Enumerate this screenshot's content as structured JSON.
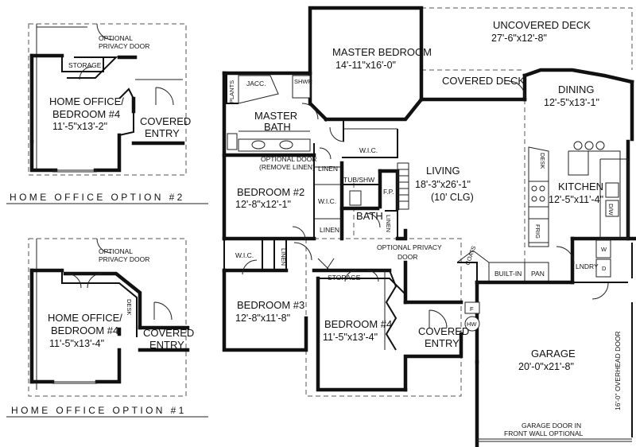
{
  "options": {
    "option2": {
      "caption": "HOME OFFICE OPTION #2",
      "privacy_door": [
        "OPTIONAL",
        "PRIVACY DOOR"
      ],
      "storage": "STORAGE",
      "room_name": [
        "HOME OFFICE/",
        "BEDROOM #4"
      ],
      "room_dim": "11'-5\"x13'-2\"",
      "entry": [
        "COVERED",
        "ENTRY"
      ]
    },
    "option1": {
      "caption": "HOME OFFICE OPTION #1",
      "privacy_door": [
        "OPTIONAL",
        "PRIVACY DOOR"
      ],
      "desk": "DESK",
      "room_name": [
        "HOME OFFICE/",
        "BEDROOM #4"
      ],
      "room_dim": "11'-5\"x13'-4\"",
      "entry": [
        "COVERED",
        "ENTRY"
      ]
    }
  },
  "plan": {
    "uncovered_deck": {
      "name": "UNCOVERED DECK",
      "dim": "27'-6\"x12'-8\""
    },
    "master_bedroom": {
      "name": "MASTER BEDROOM",
      "dim": "14'-11\"x16'-0\""
    },
    "covered_deck": "COVERED DECK",
    "dining": {
      "name": "DINING",
      "dim": "12'-5\"x13'-1\""
    },
    "jacc": "JACC.",
    "shwr": "SHWR",
    "plants": "PLANTS",
    "master_bath": [
      "MASTER",
      "BATH"
    ],
    "wic1": "W.I.C.",
    "optional_door": [
      "OPTIONAL DOOR",
      "(REMOVE LINEN)"
    ],
    "linen_a": "LINEN",
    "tub_shw": "TUB/SHW",
    "fp": "F.P.",
    "living": {
      "name": "LIVING",
      "dim": "18'-3\"x26'-1\"",
      "clg": "(10' CLG)"
    },
    "desk": "DESK",
    "kitchen": {
      "name": "KITCHEN",
      "dim": "12'-5\"x11'-4\""
    },
    "frig": "FRIG",
    "dw": "D/W",
    "bedroom2": {
      "name": "BEDROOM #2",
      "dim": "12'-8\"x12'-1\""
    },
    "wic2": "W.I.C.",
    "bath": "BATH",
    "linen_b": "LINEN",
    "linen_c": "LINEN",
    "wic3": "W.I.C.",
    "linen_d": "LINEN",
    "optional_privacy_door": [
      "OPTIONAL PRIVACY",
      "DOOR"
    ],
    "storage": "STORAGE",
    "coats": "COATS",
    "built_in": "BUILT-IN",
    "pan": "PAN",
    "lndry": "LNDRY",
    "w": "W",
    "d": "D",
    "bedroom3": {
      "name": "BEDROOM #3",
      "dim": "12'-8\"x11'-8\""
    },
    "bedroom4": {
      "name": "BEDROOM #4",
      "dim": "11'-5\"x13'-4\""
    },
    "covered_entry": [
      "COVERED",
      "ENTRY"
    ],
    "f": "F",
    "hw": "HW",
    "garage": {
      "name": "GARAGE",
      "dim": "20'-0\"x21'-8\""
    },
    "overhead_door": "16'-0\" OVERHEAD DOOR",
    "garage_door_note": [
      "GARAGE DOOR IN",
      "FRONT WALL OPTIONAL"
    ]
  }
}
